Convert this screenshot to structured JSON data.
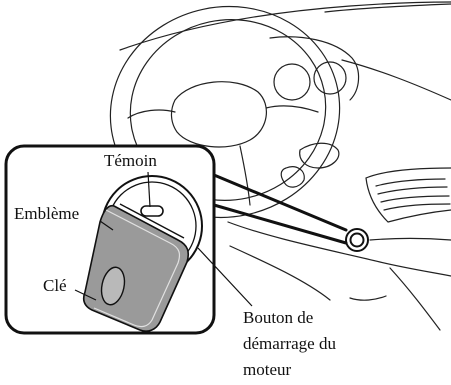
{
  "labels": {
    "indicator": "Témoin",
    "emblem": "Emblème",
    "key": "Clé",
    "start_button": [
      "Bouton de",
      "démarrage du",
      "moteur"
    ]
  }
}
